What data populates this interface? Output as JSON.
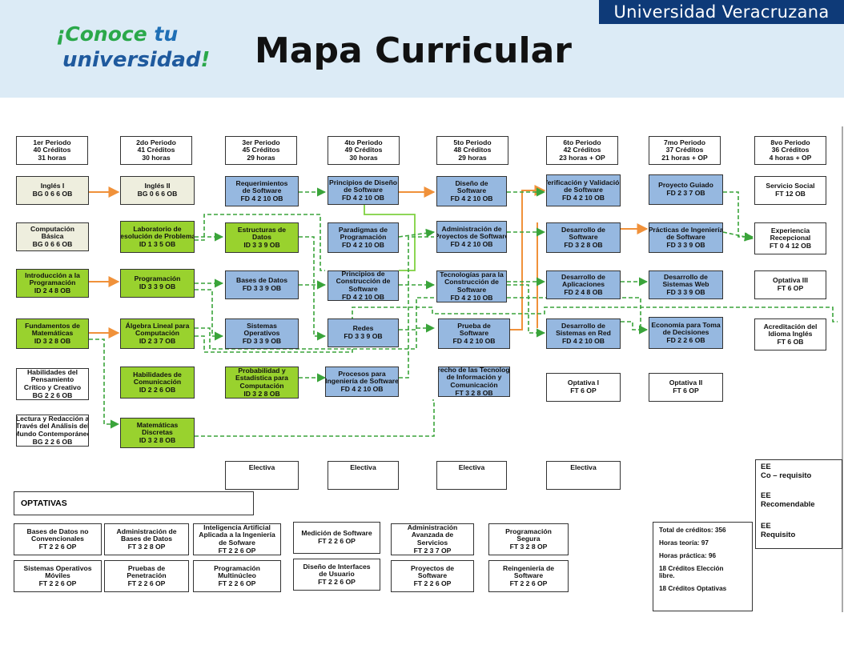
{
  "header": {
    "university": "Universidad Veracruzana",
    "logo_line1_a": "¡Conoce ",
    "logo_line1_b": "tu",
    "logo_line2_a": "universidad",
    "logo_line2_b": "!",
    "title": "Mapa Curricular"
  },
  "periods": [
    [
      "1er Periodo",
      "40 Créditos",
      "31 horas"
    ],
    [
      "2do Periodo",
      "41 Créditos",
      "30 horas"
    ],
    [
      "3er Periodo",
      "45 Créditos",
      "29 horas"
    ],
    [
      "4to Periodo",
      "49 Créditos",
      "30 horas"
    ],
    [
      "5to Periodo",
      "48 Créditos",
      "29 horas"
    ],
    [
      "6to Periodo",
      "42 Créditos",
      "23 horas + OP"
    ],
    [
      "7mo Periodo",
      "37 Créditos",
      "21 horas + OP"
    ],
    [
      "8vo Periodo",
      "36 Créditos",
      "4 horas + OP"
    ]
  ],
  "courses": [
    {
      "id": "ingles1",
      "lines": [
        "Inglés I",
        "BG 0 6 6 OB"
      ]
    },
    {
      "id": "computacion-basica",
      "lines": [
        "Computación",
        "Básica",
        "BG 0 6 6 OB"
      ]
    },
    {
      "id": "intro-programacion",
      "lines": [
        "Introducción a la",
        "Programación",
        "ID 2 4 8 OB"
      ]
    },
    {
      "id": "fundamentos-matematicas",
      "lines": [
        "Fundamentos de",
        "Matemáticas",
        "ID 3 2 8 OB"
      ]
    },
    {
      "id": "habilidades-pensamiento",
      "lines": [
        "Habilidades del",
        "Pensamiento",
        "Crítico y Creativo",
        "BG 2 2 6 OB"
      ]
    },
    {
      "id": "lectura-redaccion",
      "lines": [
        "Lectura y Redacción a",
        "Través del Análisis del",
        "Mundo Contemporáneo",
        "BG 2 2 6 OB"
      ]
    },
    {
      "id": "ingles2",
      "lines": [
        "Inglés II",
        "BG 0 6 6 OB"
      ]
    },
    {
      "id": "laboratorio",
      "lines": [
        "Laboratorio de",
        "Resolución de Problemas",
        "ID 1 3 5 OB"
      ]
    },
    {
      "id": "programacion",
      "lines": [
        "Programación",
        "ID 3 3 9 OB"
      ]
    },
    {
      "id": "algebra-lineal",
      "lines": [
        "Álgebra Lineal para",
        "Computación",
        "ID 2 3 7 OB"
      ]
    },
    {
      "id": "habilidades-comunicacion",
      "lines": [
        "Habilidades de",
        "Comunicación",
        "ID 2 2 6 OB"
      ]
    },
    {
      "id": "matematicas-discretas",
      "lines": [
        "Matemáticas",
        "Discretas",
        "ID 3 2 8 OB"
      ]
    },
    {
      "id": "requerimientos",
      "lines": [
        "Requerimientos",
        "de Software",
        "FD 4 2 10 OB"
      ]
    },
    {
      "id": "estructuras-datos",
      "lines": [
        "Estructuras de",
        "Datos",
        "ID 3 3 9 OB"
      ]
    },
    {
      "id": "bases-datos",
      "lines": [
        "Bases de Datos",
        "FD 3 3 9 OB"
      ]
    },
    {
      "id": "sistemas-operativos",
      "lines": [
        "Sistemas",
        "Operativos",
        "FD 3 3 9 OB"
      ]
    },
    {
      "id": "probabilidad",
      "lines": [
        "Probabilidad y",
        "Estadística para",
        "Computación",
        "ID 3 2 8 OB"
      ]
    },
    {
      "id": "principios-diseno",
      "lines": [
        "Principios de Diseño",
        "de Software",
        "FD 4 2 10 OB"
      ]
    },
    {
      "id": "paradigmas",
      "lines": [
        "Paradigmas de",
        "Programación",
        "FD 4 2 10 OB"
      ]
    },
    {
      "id": "principios-construccion",
      "lines": [
        "Principios de",
        "Construcción de",
        "Software",
        "FD 4 2 10 OB"
      ]
    },
    {
      "id": "redes",
      "lines": [
        "Redes",
        "FD 3 3 9 OB"
      ]
    },
    {
      "id": "procesos",
      "lines": [
        "Procesos para",
        "Ingeniería de Software",
        "FD 4 2 10 OB"
      ]
    },
    {
      "id": "diseno-software",
      "lines": [
        "Diseño de",
        "Software",
        "FD 4 2 10 OB"
      ]
    },
    {
      "id": "administracion-proyectos",
      "lines": [
        "Administración de",
        "Proyectos de Software",
        "FD 4 2 10 OB"
      ]
    },
    {
      "id": "tecnologias-construccion",
      "lines": [
        "Tecnologías para la",
        "Construcción de",
        "Software",
        "FD 4 2 10 OB"
      ]
    },
    {
      "id": "prueba-software",
      "lines": [
        "Prueba de",
        "Software",
        "FD 4 2 10 OB"
      ]
    },
    {
      "id": "derecho-tecnologias",
      "lines": [
        "Derecho de las Tecnologías",
        "de Información y",
        "Comunicación",
        "FT 3 2 8 OB"
      ]
    },
    {
      "id": "verificacion-validacion",
      "lines": [
        "Verificación y Validación",
        "de Software",
        "FD 4 2 10 OB"
      ]
    },
    {
      "id": "desarrollo-software",
      "lines": [
        "Desarrollo de",
        "Software",
        "FD 3 2 8 OB"
      ]
    },
    {
      "id": "desarrollo-aplicaciones",
      "lines": [
        "Desarrollo de",
        "Aplicaciones",
        "FD 2 4 8 OB"
      ]
    },
    {
      "id": "desarrollo-sistemas-red",
      "lines": [
        "Desarrollo de",
        "Sistemas en Red",
        "FD 4 2 10 OB"
      ]
    },
    {
      "id": "optativa1",
      "lines": [
        "Optativa I",
        "FT 6 OP"
      ]
    },
    {
      "id": "proyecto-guiado",
      "lines": [
        "Proyecto Guiado",
        "FD 2 3 7 OB"
      ]
    },
    {
      "id": "practicas-ingenieria",
      "lines": [
        "Prácticas de Ingeniería",
        "de Software",
        "FD 3 3 9 OB"
      ]
    },
    {
      "id": "desarrollo-sistemas-web",
      "lines": [
        "Desarrollo de",
        "Sistemas Web",
        "FD 3 3 9 OB"
      ]
    },
    {
      "id": "economia",
      "lines": [
        "Economía para Toma",
        "de Decisiones",
        "FD 2 2 6 OB"
      ]
    },
    {
      "id": "optativa2",
      "lines": [
        "Optativa II",
        "FT 6 OP"
      ]
    },
    {
      "id": "servicio-social",
      "lines": [
        "Servicio Social",
        "FT 12 OB"
      ]
    },
    {
      "id": "experiencia-recepcional",
      "lines": [
        "Experiencia",
        "Recepcional",
        "FT 0 4 12 OB"
      ]
    },
    {
      "id": "optativa3",
      "lines": [
        "Optativa III",
        "FT 6 OP"
      ]
    },
    {
      "id": "acreditacion-ingles",
      "lines": [
        "Acreditación del",
        "Idioma Inglés",
        "FT 6 OB"
      ]
    },
    {
      "id": "electiva1",
      "lines": [
        "Electiva"
      ]
    },
    {
      "id": "electiva2",
      "lines": [
        "Electiva"
      ]
    },
    {
      "id": "electiva3",
      "lines": [
        "Electiva"
      ]
    },
    {
      "id": "electiva4",
      "lines": [
        "Electiva"
      ]
    }
  ],
  "optativas_title": "OPTATIVAS",
  "optativas": [
    {
      "id": "opt-bd-no-convencionales",
      "lines": [
        "Bases de Datos no",
        "Convencionales",
        "FT 2 2 6 OP"
      ]
    },
    {
      "id": "opt-so-moviles",
      "lines": [
        "Sistemas Operativos",
        "Móviles",
        "FT 2 2 6 OP"
      ]
    },
    {
      "id": "opt-admin-bd",
      "lines": [
        "Administración de",
        "Bases de Datos",
        "FT 3 2 8 OP"
      ]
    },
    {
      "id": "opt-pruebas-penetracion",
      "lines": [
        "Pruebas de",
        "Penetración",
        "FT 2 2 6 OP"
      ]
    },
    {
      "id": "opt-ia",
      "lines": [
        "Inteligencia Artificial",
        "Aplicada a la Ingeniería",
        "de Sofware",
        "FT 2 2 6 OP"
      ]
    },
    {
      "id": "opt-multinucleo",
      "lines": [
        "Programación",
        "Multinúcleo",
        "FT 2 2 6 OP"
      ]
    },
    {
      "id": "opt-medicion",
      "lines": [
        "Medición de Software",
        "FT 2 2 6 OP"
      ]
    },
    {
      "id": "opt-interfaces",
      "lines": [
        "Diseño de Interfaces",
        "de Usuario",
        "FT 2 2 6 OP"
      ]
    },
    {
      "id": "opt-admin-servicios",
      "lines": [
        "Administración",
        "Avanzada de",
        "Servicios",
        "FT 2 3 7 OP"
      ]
    },
    {
      "id": "opt-proyectos-software",
      "lines": [
        "Proyectos de",
        "Software",
        "FT 2 2 6 OP"
      ]
    },
    {
      "id": "opt-programacion-segura",
      "lines": [
        "Programación",
        "Segura",
        "FT 3 2 8 OP"
      ]
    },
    {
      "id": "opt-reingenieria",
      "lines": [
        "Reingeniería de",
        "Software",
        "FT 2 2 6 OP"
      ]
    }
  ],
  "totals": {
    "creditos": "Total de créditos: 356",
    "teoria": "Horas teoría: 97",
    "practica": "Horas práctica: 96",
    "eleccion_a": "18 Créditos Elección",
    "eleccion_b": "libre.",
    "optativas": "18 Créditos Optativas"
  },
  "legend": {
    "co_a": "EE",
    "co_b": "Co – requisito",
    "rec_a": "EE",
    "rec_b": "Recomendable",
    "req_a": "EE",
    "req_b": "Requisito",
    "colors": {
      "co": "#7fd140",
      "rec": "#3aa43a",
      "req": "#f0913a"
    }
  }
}
